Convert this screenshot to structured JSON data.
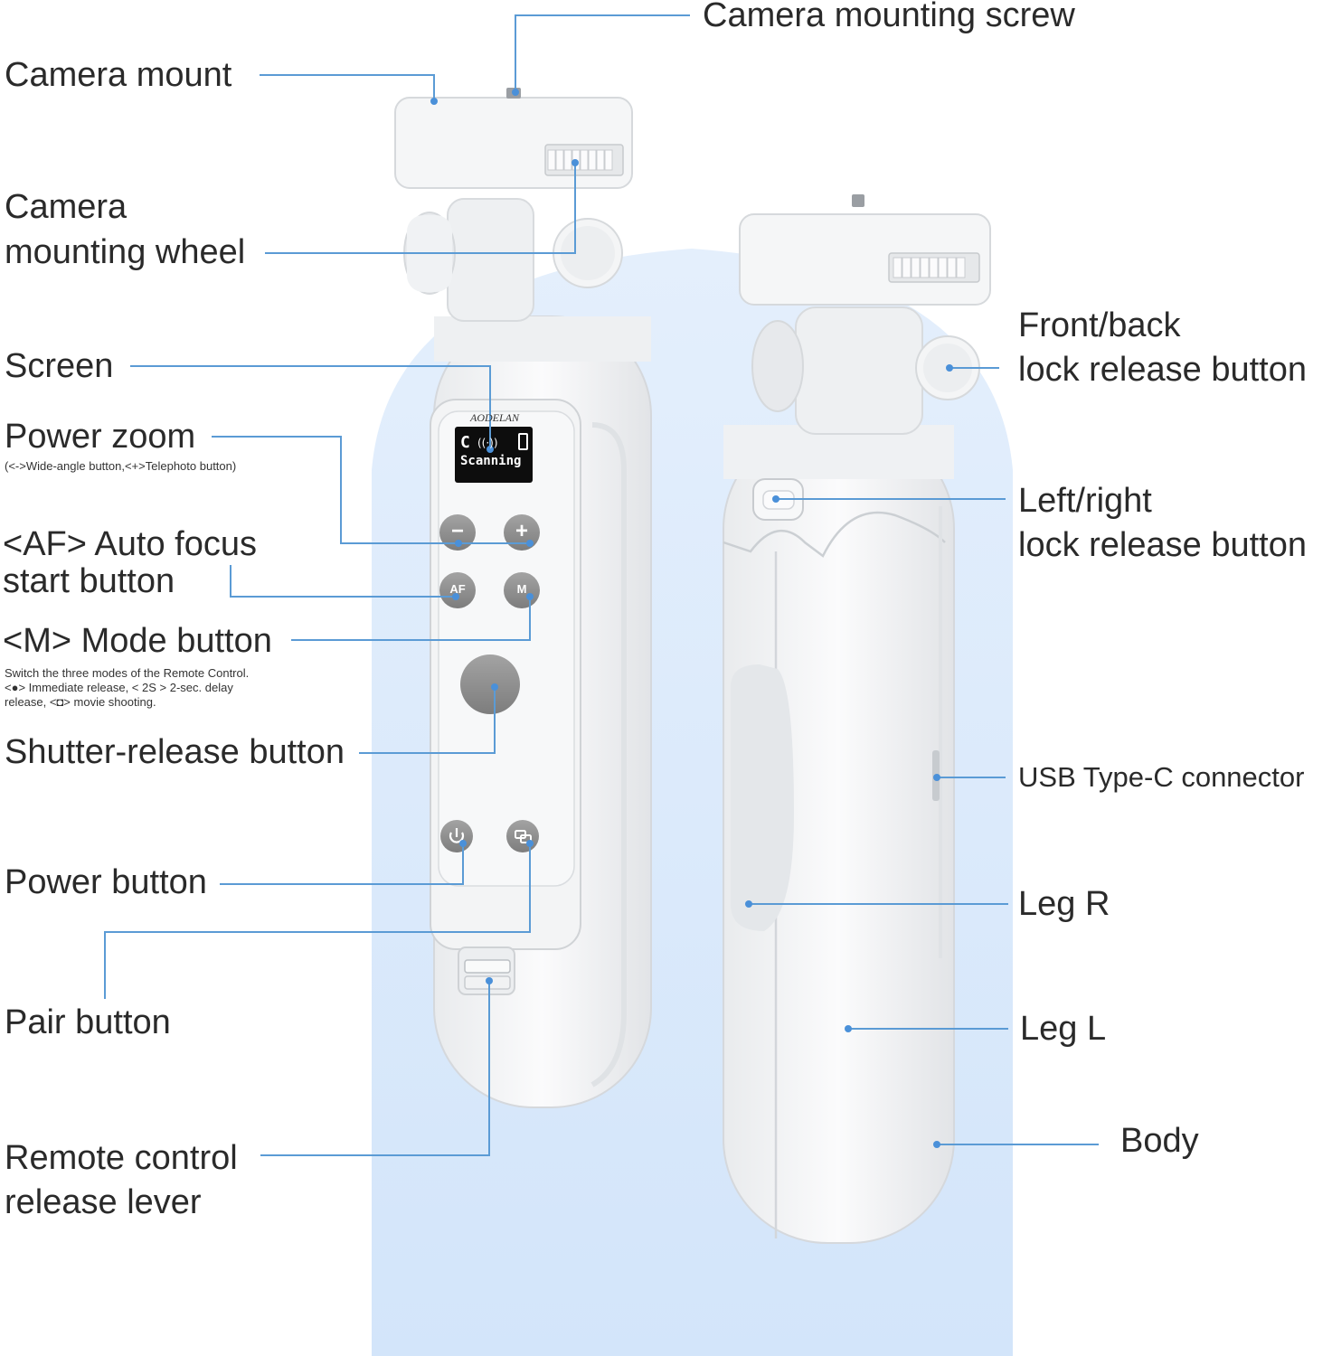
{
  "brand": "AODELAN",
  "screen": {
    "line1": "C",
    "line2": "Scanning"
  },
  "buttons": {
    "minus": "−",
    "plus": "+",
    "af": "AF",
    "m": "M"
  },
  "labels": {
    "camera_mounting_screw": "Camera mounting screw",
    "camera_mount": "Camera mount",
    "camera_mounting_wheel_1": "Camera",
    "camera_mounting_wheel_2": "mounting wheel",
    "screen": "Screen",
    "power_zoom": "Power zoom",
    "power_zoom_note": "(<->Wide-angle button,<+>Telephoto button)",
    "af_1": "<AF> Auto focus",
    "af_2": "start button",
    "mode": "<M> Mode button",
    "mode_note_1": "Switch the three modes of the Remote Control.",
    "mode_note_2": "<●> Immediate release, < 2S > 2-sec. delay",
    "mode_note_3": "release, <◘> movie shooting.",
    "shutter": "Shutter-release button",
    "power": "Power button",
    "pair": "Pair button",
    "remote_1": "Remote control",
    "remote_2": "release lever",
    "front_back_1": "Front/back",
    "front_back_2": "lock release button",
    "left_right_1": "Left/right",
    "left_right_2": "lock release button",
    "usb": "USB Type-C connector",
    "leg_r": "Leg R",
    "leg_l": "Leg L",
    "body": "Body"
  },
  "colors": {
    "backdrop": "#d9e9fb",
    "leader_line": "#5b9bd5",
    "device": "#f6f7f8",
    "button_gray": "#8e8e8e"
  }
}
